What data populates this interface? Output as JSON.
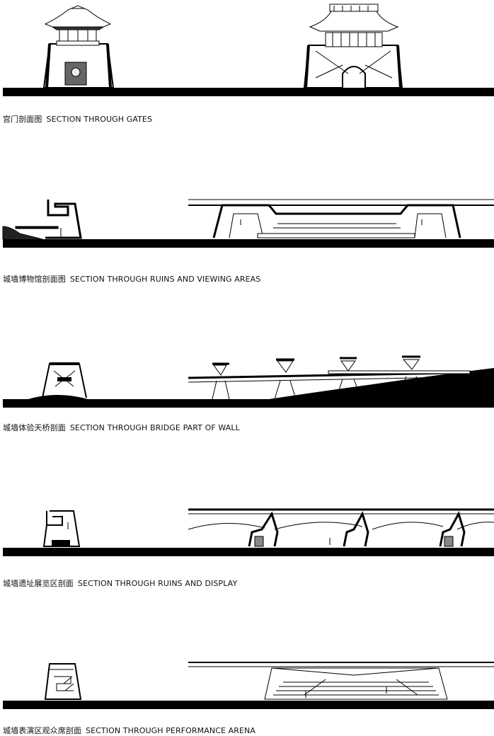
{
  "sections": [
    {
      "cn": "宫门剖面图",
      "en": "SECTION THROUGH GATES"
    },
    {
      "cn": "城墙博物馆剖面图",
      "en": "SECTION THROUGH RUINS AND VIEWING AREAS"
    },
    {
      "cn": "城墙体验天桥剖面",
      "en": "SECTION THROUGH BRIDGE PART OF WALL"
    },
    {
      "cn": "城墙遗址展览区剖面",
      "en": "SECTION THROUGH RUINS AND DISPLAY"
    },
    {
      "cn": "城墙表演区观众席剖面",
      "en": "SECTION THROUGH PERFORMANCE ARENA"
    }
  ]
}
